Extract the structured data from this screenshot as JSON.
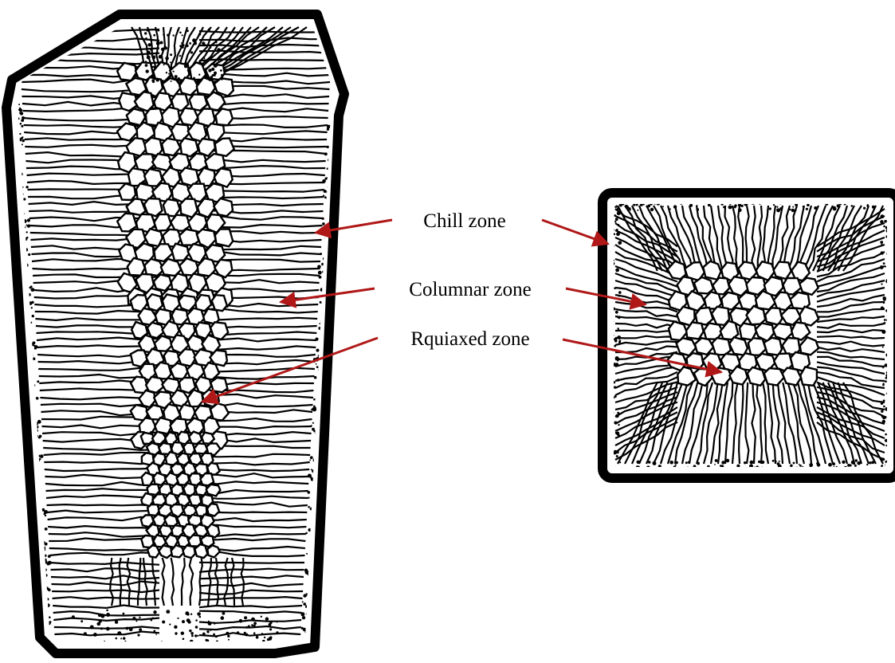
{
  "labels": {
    "chill": "Chill zone",
    "columnar": "Columnar zone",
    "equiaxed": "Rquiaxed zone"
  },
  "colors": {
    "arrow": "#b01818",
    "ink": "#000000",
    "paper": "#ffffff"
  }
}
